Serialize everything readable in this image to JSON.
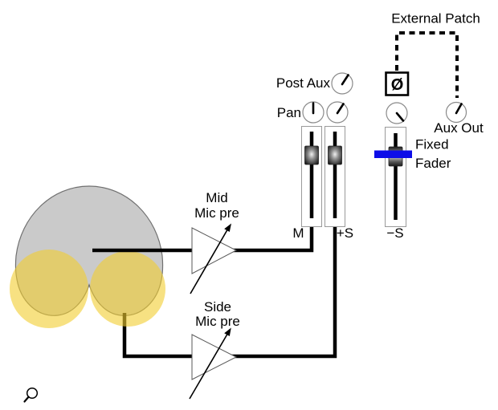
{
  "diagram": {
    "labels": {
      "external_patch": "External Patch",
      "post_aux": "Post Aux",
      "pan": "Pan",
      "aux_out": "Aux Out",
      "fixed_fader_line1": "Fixed",
      "fixed_fader_line2": "Fader",
      "phase_invert": "Ø",
      "mid_pre_line1": "Mid",
      "mid_pre_line2": "Mic pre",
      "side_pre_line1": "Side",
      "side_pre_line2": "Mic pre",
      "channel_mid": "M",
      "channel_plus_side": "+S",
      "channel_minus_side": "−S"
    },
    "colors": {
      "mid_pattern_fill": "#cacaca",
      "mid_pattern_outline": "#707070",
      "side_pattern_fill": "#f2cd2e",
      "fixed_fader_bar": "#0d0de8",
      "signal_line": "#000000"
    }
  }
}
